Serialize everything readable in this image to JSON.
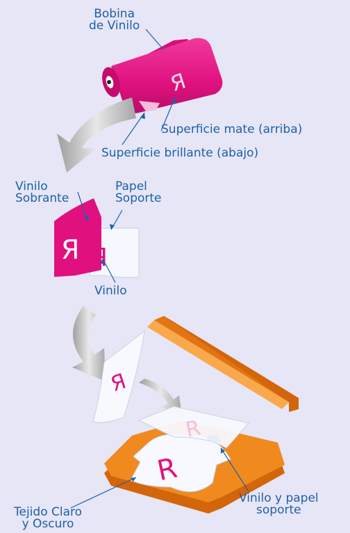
{
  "labels": {
    "bobina": "Bobina\nde Vinilo",
    "superficie_mate": "Superficie mate (arriba)",
    "superficie_brillante": "Superficie brillante (abajo)",
    "vinilo_sobrante": "Vinilo\nSobrante",
    "papel_soporte": "Papel\nSoporte",
    "vinilo": "Vinilo",
    "tejido": "Tejido Claro\ny Oscuro",
    "vinilo_papel": "Vinilo y papel\nsoporte"
  },
  "colors": {
    "background": "#e6e6f6",
    "vinyl_magenta": "#e0117f",
    "label_blue": "#1f5fa8",
    "press_orange": "#f08a1e",
    "press_top_orange": "#f9a94b",
    "arrow_gray": "#b8b8b8"
  },
  "icons": {
    "glyph_mirrored": "Я",
    "glyph_normal": "R"
  }
}
